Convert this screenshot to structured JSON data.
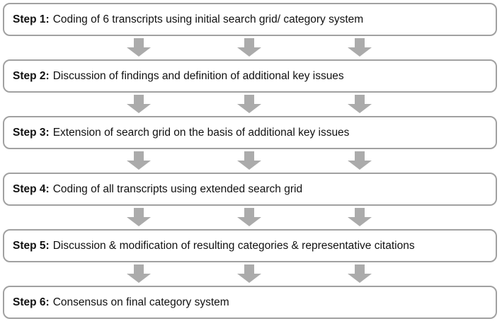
{
  "figure": {
    "type": "flowchart",
    "direction": "top-down",
    "step_count": 6
  },
  "steps": [
    {
      "label": "Step 1:",
      "text": "Coding of 6 transcripts using initial search grid/ category system"
    },
    {
      "label": "Step 2:",
      "text": "Discussion of findings and definition of additional key issues"
    },
    {
      "label": "Step 3:",
      "text": "Extension of search grid on the basis of additional key issues"
    },
    {
      "label": "Step 4:",
      "text": "Coding of all transcripts using extended search grid"
    },
    {
      "label": "Step 5:",
      "text": "Discussion & modification of resulting categories & representative citations"
    },
    {
      "label": "Step 6:",
      "text": "Consensus on final category system"
    }
  ],
  "icons": {
    "connector": "down-block-arrow"
  },
  "colors": {
    "arrow": "#ababab",
    "box_border": "#a1a1a1",
    "box_background": "#ffffff",
    "text": "#111111",
    "background": "#ffffff"
  }
}
